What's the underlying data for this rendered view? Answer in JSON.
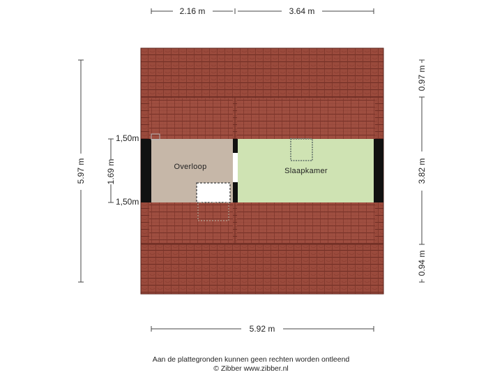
{
  "dimensions": {
    "top_left": "2.16 m",
    "top_right": "3.64 m",
    "bottom": "5.92 m",
    "left": "5.97 m",
    "inner_left": "1.69 m",
    "height_top": "1,50m",
    "height_bottom": "1,50m",
    "right_top": "0.97 m",
    "right_mid": "3.82 m",
    "right_bottom": "0.94 m"
  },
  "rooms": {
    "overloop": "Overloop",
    "slaapkamer": "Slaapkamer"
  },
  "colors": {
    "roof": "#9a4a3c",
    "roof_line": "#6e2d24",
    "overloop": "#c6b7a8",
    "slaapkamer": "#cfe3b3",
    "wall": "#111111"
  },
  "footer": {
    "disclaimer": "Aan de plattegronden kunnen geen rechten worden ontleend",
    "copyright": "© Zibber www.zibber.nl"
  }
}
